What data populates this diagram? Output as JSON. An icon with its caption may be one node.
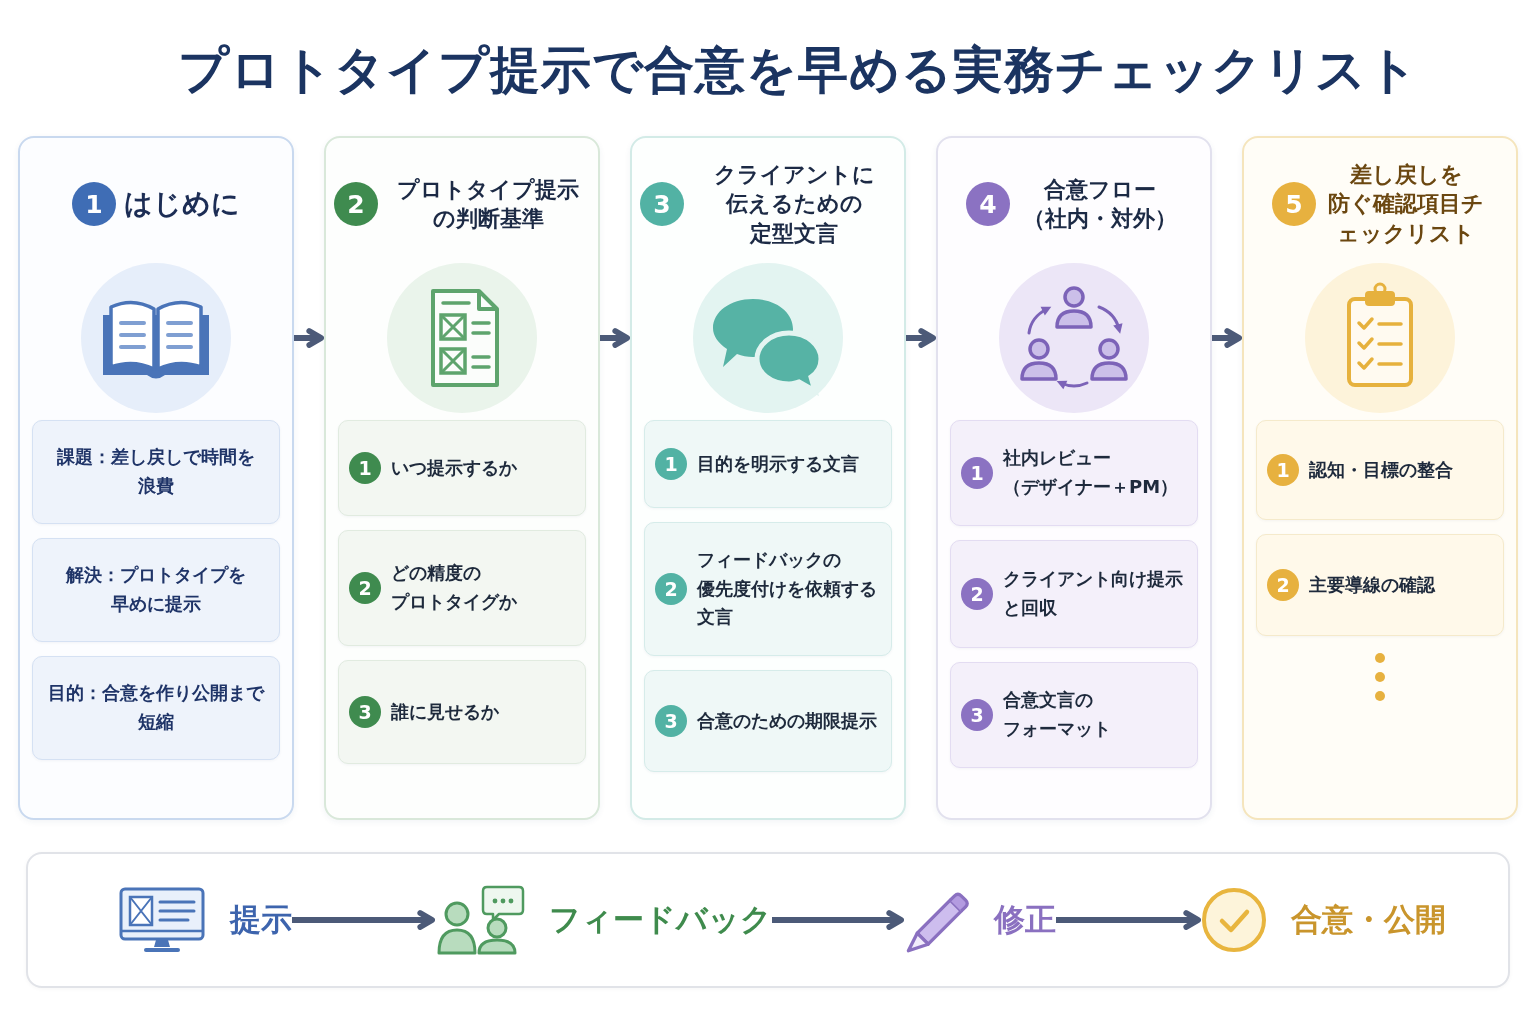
{
  "diagram": {
    "title": "プロトタイプ提示で合意を早める実務チェックリスト",
    "nodes": [
      {
        "text": [
          "1",
          "はじめに"
        ]
      },
      {
        "text": [
          "課題：差し戻しで時間を浪費"
        ],
        "in": 0
      },
      {
        "text": [
          "解決：プロトタイプを早めに提示"
        ],
        "in": 0
      },
      {
        "text": [
          "目的：合意を作り公開まで短縮"
        ],
        "in": 0
      },
      {
        "text": [
          "2",
          "プロトタイプ提示の判断基準"
        ]
      },
      {
        "text": [
          "1",
          "いつ提示するか"
        ],
        "in": 4
      },
      {
        "text": [
          "2",
          "どの精度のプロトタイグか"
        ],
        "in": 4
      },
      {
        "text": [
          "3",
          "誰に見せるか"
        ],
        "in": 4
      },
      {
        "text": [
          "3",
          "クライアントに伝えるための定型文言"
        ]
      },
      {
        "text": [
          "1",
          "目的を明示する文言"
        ],
        "in": 8
      },
      {
        "text": [
          "2",
          "フィードバックの優先度付けを依頼する文言"
        ],
        "in": 8
      },
      {
        "text": [
          "3",
          "合意のための期限提示"
        ],
        "in": 8
      },
      {
        "text": [
          "4",
          "合意フロー（社内・対外）"
        ]
      },
      {
        "text": [
          "1",
          "社内レビュー（デザイナー＋PM）"
        ],
        "in": 12
      },
      {
        "text": [
          "2",
          "クライアント向け提示と回収"
        ],
        "in": 12
      },
      {
        "text": [
          "3",
          "合意文言のフォーマット"
        ],
        "in": 12
      },
      {
        "text": [
          "5",
          "差し戻しを防ぐ確認項目チェックリスト"
        ]
      },
      {
        "text": [
          "1",
          "認知・目標の整合"
        ],
        "in": 16
      },
      {
        "text": [
          "2",
          "主要導線の確認"
        ],
        "in": 16
      },
      {
        "text": [],
        "shape": "box"
      },
      {
        "text": [
          "提示"
        ],
        "in": 19
      },
      {
        "text": [
          "フィードバック"
        ],
        "in": 19
      },
      {
        "text": [
          "修正"
        ],
        "in": 19
      },
      {
        "text": [
          "合意・公開"
        ],
        "in": 19
      }
    ],
    "edges": [
      {
        "from": 0,
        "to": 4,
        "arrow": "to"
      },
      {
        "from": 4,
        "to": 8,
        "arrow": "to"
      },
      {
        "from": 8,
        "to": 12,
        "arrow": "to"
      },
      {
        "from": 12,
        "to": 16,
        "arrow": "to"
      },
      {
        "from": 20,
        "to": 21,
        "arrow": "to"
      },
      {
        "from": 21,
        "to": 22,
        "arrow": "to"
      },
      {
        "from": 22,
        "to": 23,
        "arrow": "to"
      }
    ]
  }
}
